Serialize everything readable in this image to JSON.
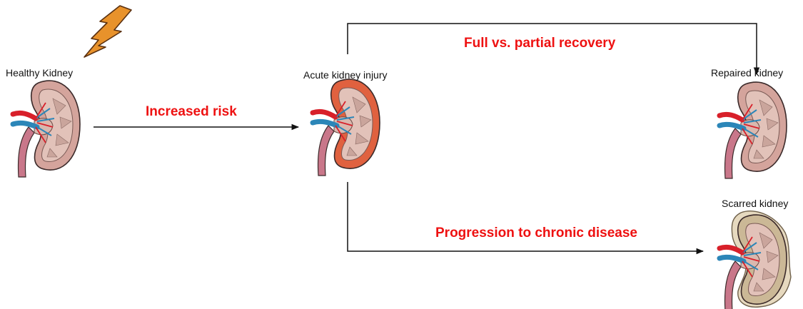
{
  "nodes": {
    "healthy": "Healthy Kidney",
    "acute": "Acute kidney injury",
    "repaired": "Repaired kidney",
    "scarred": "Scarred kidney"
  },
  "transitions": {
    "increased_risk": "Increased risk",
    "recovery": "Full vs. partial recovery",
    "progression": "Progression to chronic disease"
  },
  "colors": {
    "label_red": "#ee1111",
    "kidney_healthy": "#d4a49c",
    "kidney_injured": "#e0613f",
    "kidney_scarred": "#cbb896",
    "artery": "#d8202a",
    "vein": "#2c86b8",
    "ureter": "#c9778a",
    "lightning": "#e8922b"
  },
  "icons": [
    "lightning-bolt-icon",
    "kidney-icon"
  ]
}
